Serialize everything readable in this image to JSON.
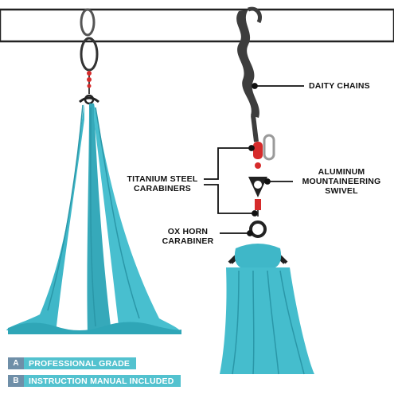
{
  "labels": {
    "daisy_chains": "DAITY CHAINS",
    "titanium_line1": "TITANIUM STEEL",
    "titanium_line2": "CARABINERS",
    "aluminum_line1": "ALUMINUM",
    "aluminum_line2": "MOUNTAINEERING",
    "aluminum_line3": "SWIVEL",
    "oxhorn_line1": "OX HORN",
    "oxhorn_line2": "CARABINER"
  },
  "badges": [
    {
      "letter": "A",
      "text": "PROFESSIONAL GRADE"
    },
    {
      "letter": "B",
      "text": "INSTRUCTION MANUAL INCLUDED"
    }
  ],
  "colors": {
    "fabric": "#3fb7c8",
    "fabric_shadow": "#2a97a8",
    "beam": "#ffffff",
    "badge_letter_bg": "#6f8fa8",
    "badge_text_bg": "#53c2cf",
    "carabiner_red": "#d62b2b"
  }
}
